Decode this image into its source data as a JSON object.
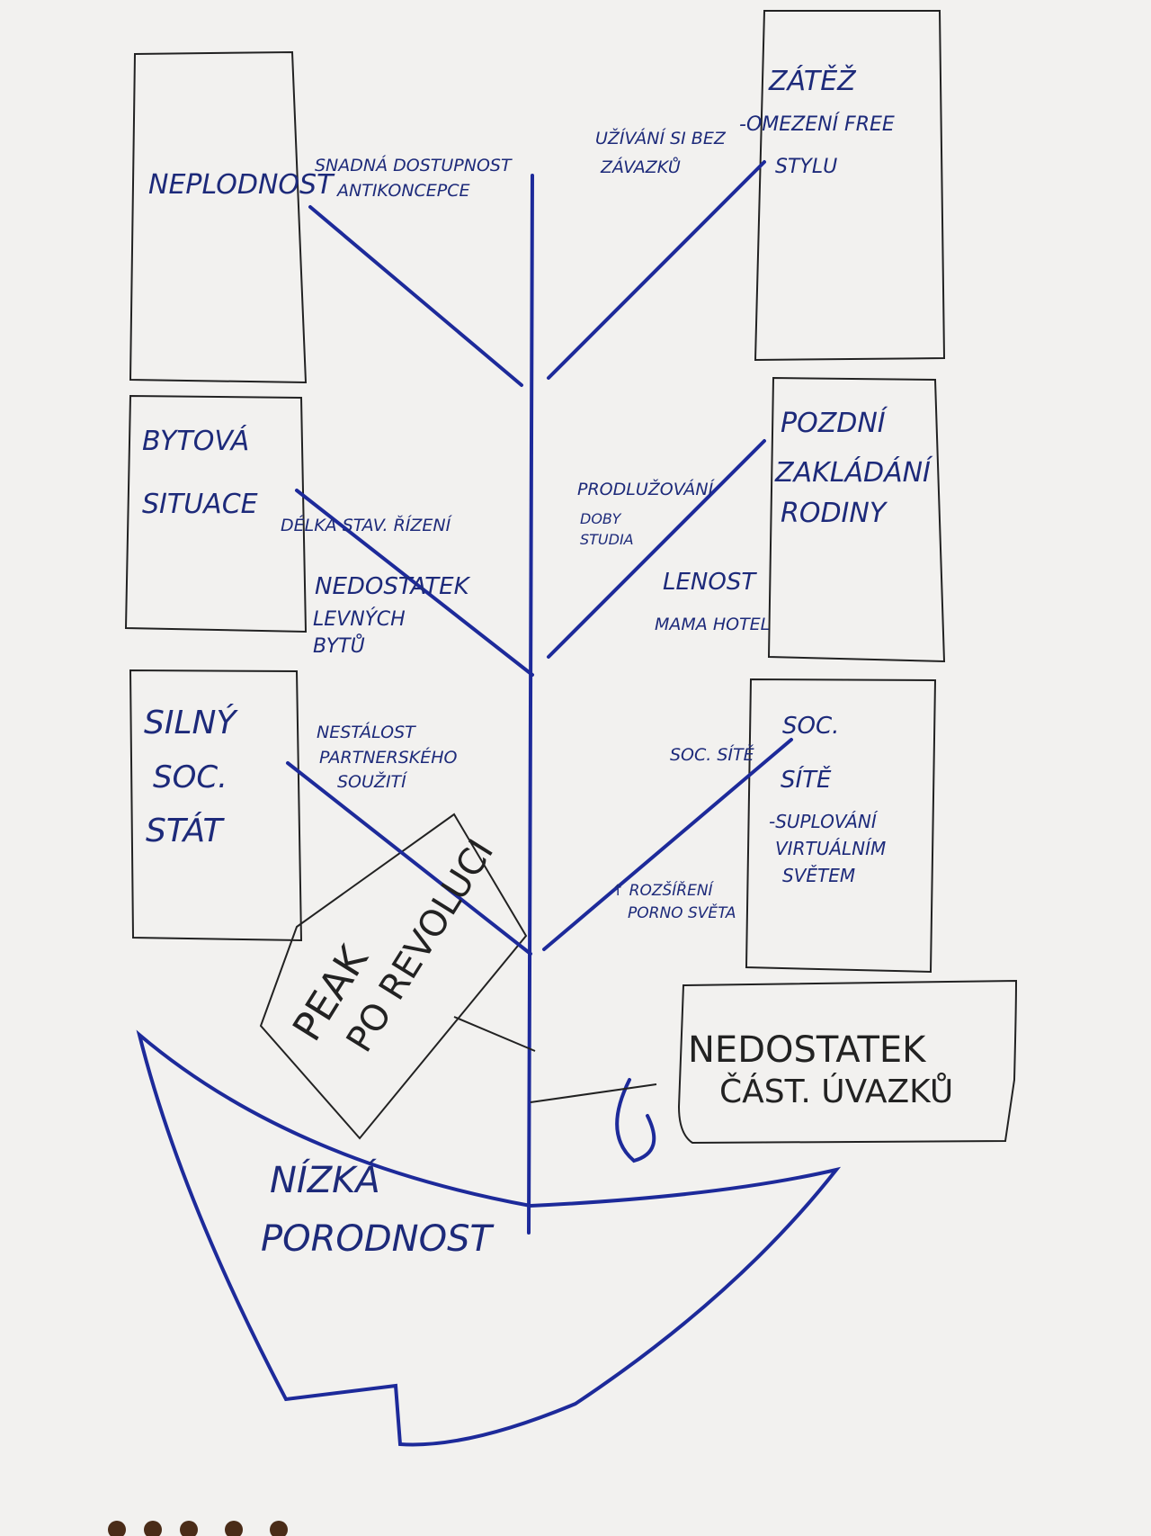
{
  "effect": "NÍZKÁ PORODNOST",
  "categories": [
    {
      "title": [
        "NEPLODNOST"
      ],
      "causes": [
        [
          "SNADNÁ DOSTUPNOST",
          "ANTIKONCEPCE"
        ]
      ]
    },
    {
      "title": [
        "ZÁTĚŽ",
        "-OMEZENÍ FREE",
        "STYLU"
      ],
      "causes": [
        [
          "UŽÍVÁNÍ SI BEZ",
          "ZÁVAZKŮ"
        ]
      ]
    },
    {
      "title": [
        "BYTOVÁ",
        "SITUACE"
      ],
      "causes": [
        [
          "DÉLKA STAV. ŘÍZENÍ"
        ],
        [
          "NEDOSTATEK",
          "LEVNÝCH",
          "BYTŮ"
        ]
      ]
    },
    {
      "title": [
        "POZDNÍ",
        "ZAKLÁDÁNÍ",
        "RODINY"
      ],
      "causes": [
        [
          "PRODLUŽOVÁNÍ",
          "DOBY",
          "STUDIA"
        ],
        [
          "LENOST"
        ],
        [
          "MAMA HOTEL"
        ]
      ]
    },
    {
      "title": [
        "SILNÝ",
        "SOC.",
        "STÁT"
      ],
      "causes": [
        [
          "NESTÁLOST",
          "PARTNERSKÉHO",
          "SOUŽITÍ"
        ]
      ]
    },
    {
      "title": [
        "SOC.",
        "SÍTĚ",
        "-SUPLOVÁNÍ",
        "VIRTUÁLNÍM",
        "SVĚTEM"
      ],
      "causes": [
        [
          "SOC. SÍTĚ"
        ],
        [
          "↑ ROZŠÍŘENÍ",
          "PORNO SVĚTA"
        ]
      ]
    }
  ],
  "notes": [
    {
      "lines": [
        "PEAK",
        "PO REVOLUCI"
      ]
    },
    {
      "lines": [
        "NEDOSTATEK",
        "ČÁST. ÚVAZKŮ"
      ]
    }
  ],
  "colors": {
    "marker_blue": "#1d2a9a",
    "paper": "#f3f2f0",
    "pen_black": "#222222"
  }
}
